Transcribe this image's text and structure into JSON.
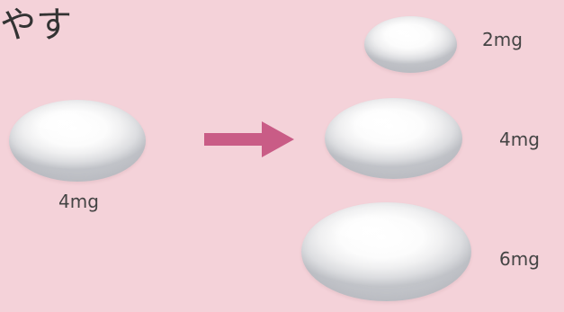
{
  "heading": {
    "text": "やす"
  },
  "current_tablet": {
    "label": "4mg"
  },
  "options": [
    {
      "label": "2mg"
    },
    {
      "label": "4mg"
    },
    {
      "label": "6mg"
    }
  ],
  "colors": {
    "background": "#f4d2d9",
    "arrow": "#c95c86",
    "tablet": "#ffffff",
    "text": "#444444"
  },
  "icons": {
    "arrow": "right-arrow-icon"
  }
}
